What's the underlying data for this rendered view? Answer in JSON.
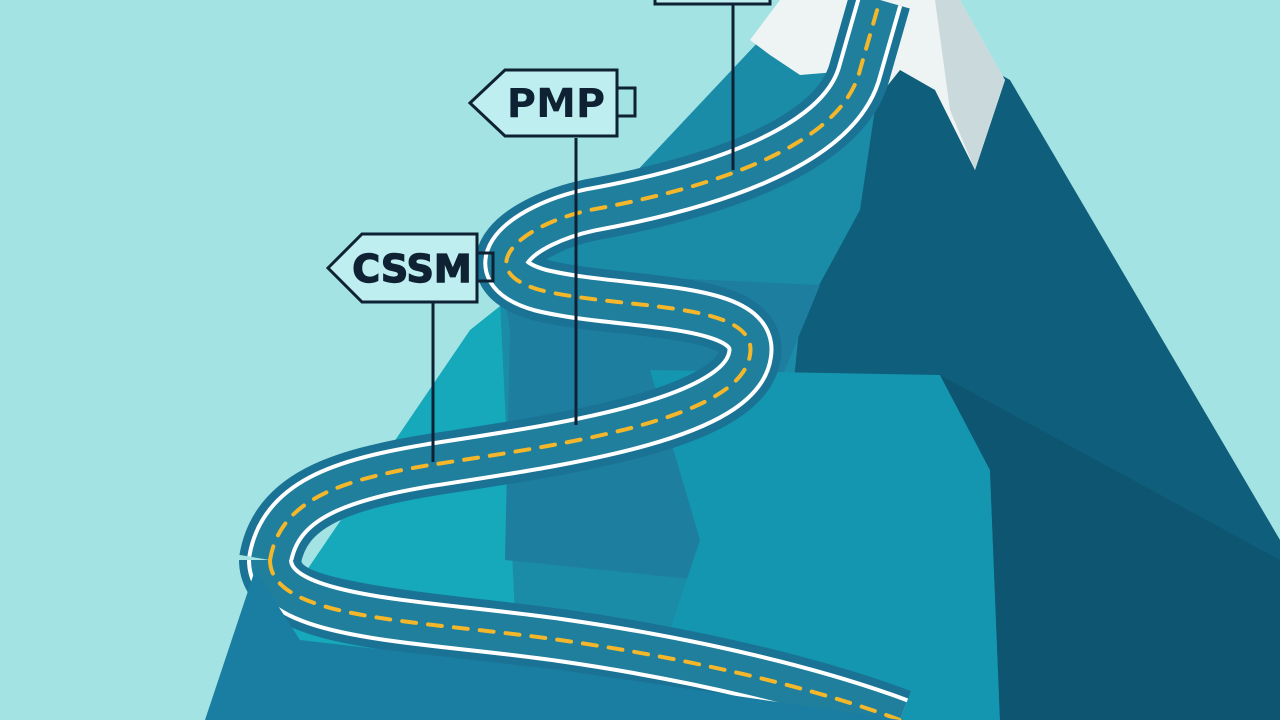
{
  "palette": {
    "sky": "#a3e3e3",
    "mountain_light": "#16a9bb",
    "mountain_mid": "#1a8ca8",
    "mountain_dark": "#0f5f7c",
    "snow": "#eef4f4",
    "snow_shadow": "#c9d9dc",
    "road": "#1f7f9c",
    "road_edge": "#ffffff",
    "road_dash": "#f4b62a",
    "sign_fill": "#bfeef1",
    "sign_stroke": "#0e2233",
    "pole": "#0e2233"
  },
  "signs": [
    {
      "name": "pmp",
      "label": "PMP"
    },
    {
      "name": "cssm",
      "label": "CSSM"
    }
  ],
  "icons": {
    "mountain": "mountain-peak-illustration",
    "road": "winding-road-illustration"
  }
}
